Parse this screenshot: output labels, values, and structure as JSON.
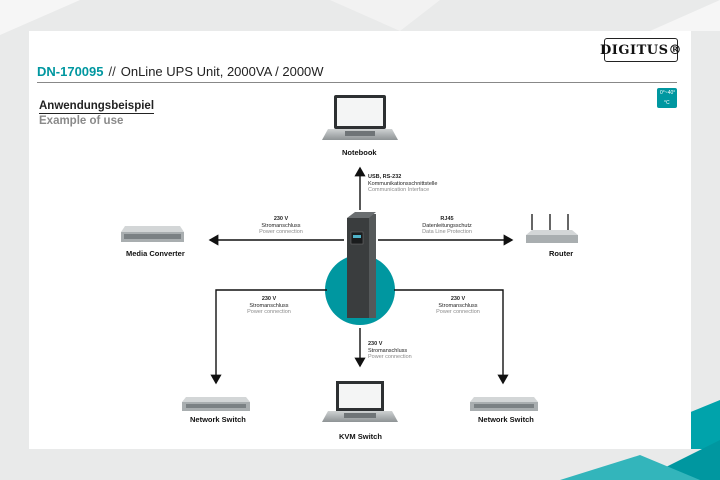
{
  "header": {
    "logo": "DIGITUS®",
    "model": "DN-170095",
    "separator": "//",
    "description": "OnLine UPS Unit, 2000VA / 2000W"
  },
  "section": {
    "title_de": "Anwendungsbeispiel",
    "title_en": "Example of use"
  },
  "badge": {
    "top": "0°~40°",
    "bottom": "°C"
  },
  "devices": {
    "notebook": "Notebook",
    "media_converter": "Media Converter",
    "router": "Router",
    "network_switch_left": "Network Switch",
    "kvm_switch": "KVM Switch",
    "network_switch_right": "Network Switch"
  },
  "connections": {
    "top": {
      "line1": "USB, RS-232",
      "line2": "Kommunikationsschnittstelle",
      "line3": "Communication Interface"
    },
    "left": {
      "line1": "230 V",
      "line2": "Stromanschluss",
      "line3": "Power connection"
    },
    "right": {
      "line1": "RJ45",
      "line2": "Datenleitungsschutz",
      "line3": "Data Line Protection"
    },
    "lower_left": {
      "line1": "230 V",
      "line2": "Stromanschluss",
      "line3": "Power connection"
    },
    "bottom": {
      "line1": "230 V",
      "line2": "Stromanschluss",
      "line3": "Power connection"
    },
    "lower_right": {
      "line1": "230 V",
      "line2": "Stromanschluss",
      "line3": "Power connection"
    }
  },
  "colors": {
    "accent": "#0097a0",
    "background": "#e9eaea"
  }
}
